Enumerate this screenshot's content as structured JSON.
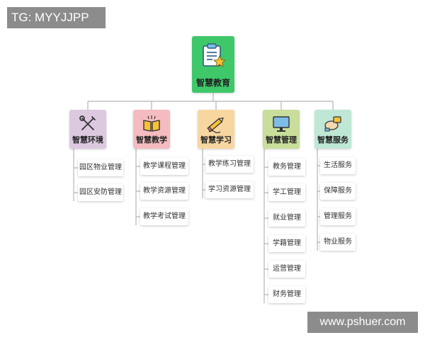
{
  "watermarks": {
    "top_left": "TG: MYYJJPP",
    "bottom_right": "www.pshuer.com"
  },
  "root": {
    "label": "智慧教育",
    "icon": "clipboard-star-icon",
    "color": "#3fc86a"
  },
  "categories": [
    {
      "label": "智慧环境",
      "icon": "tools-icon",
      "color": "#dcc9e0",
      "items": [
        "园区物业管理",
        "园区安防管理"
      ]
    },
    {
      "label": "智慧教学",
      "icon": "open-book-icon",
      "color": "#f4bcc0",
      "items": [
        "教学课程管理",
        "教学资源管理",
        "教学考试管理"
      ]
    },
    {
      "label": "智慧学习",
      "icon": "pencil-icon",
      "color": "#f7d6a0",
      "items": [
        "教学练习管理",
        "学习资源管理"
      ]
    },
    {
      "label": "智慧管理",
      "icon": "monitor-icon",
      "color": "#c8de9a",
      "items": [
        "教务管理",
        "学工管理",
        "就业管理",
        "学籍管理",
        "运营管理",
        "财务管理"
      ]
    },
    {
      "label": "智慧服务",
      "icon": "service-icon",
      "color": "#bfe7d6",
      "items": [
        "生活服务",
        "保障服务",
        "管理服务",
        "物业服务"
      ]
    }
  ]
}
